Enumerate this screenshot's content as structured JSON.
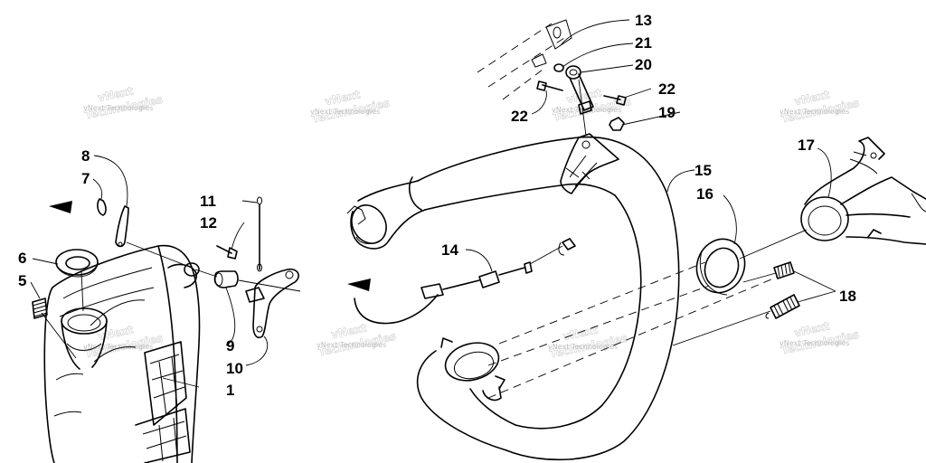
{
  "watermark": {
    "brand": "vNext Technologies",
    "word1": "vNext",
    "word2": "Technologies"
  },
  "callouts": [
    {
      "id": "1",
      "label": "1"
    },
    {
      "id": "5",
      "label": "5"
    },
    {
      "id": "6",
      "label": "6"
    },
    {
      "id": "7",
      "label": "7"
    },
    {
      "id": "8",
      "label": "8"
    },
    {
      "id": "9",
      "label": "9"
    },
    {
      "id": "10",
      "label": "10"
    },
    {
      "id": "11",
      "label": "11"
    },
    {
      "id": "12",
      "label": "12"
    },
    {
      "id": "13",
      "label": "13"
    },
    {
      "id": "14",
      "label": "14"
    },
    {
      "id": "15",
      "label": "15"
    },
    {
      "id": "16",
      "label": "16"
    },
    {
      "id": "17",
      "label": "17"
    },
    {
      "id": "18",
      "label": "18"
    },
    {
      "id": "19",
      "label": "19"
    },
    {
      "id": "20",
      "label": "20"
    },
    {
      "id": "21",
      "label": "21"
    },
    {
      "id": "22a",
      "label": "22"
    },
    {
      "id": "22b",
      "label": "22"
    }
  ]
}
